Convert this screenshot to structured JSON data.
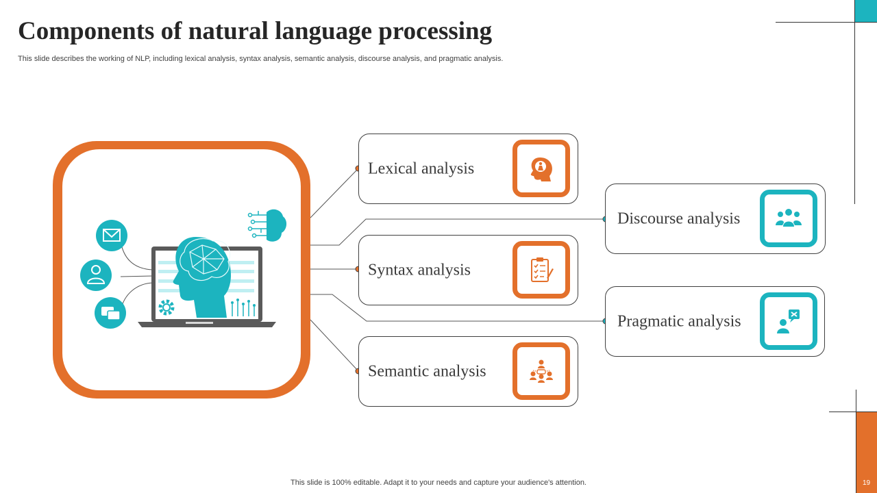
{
  "slide": {
    "title": "Components of natural language processing",
    "subtitle": "This slide describes the working of NLP, including lexical analysis, syntax analysis, semantic analysis, discourse analysis, and pragmatic analysis.",
    "footer": "This slide is 100% editable. Adapt it to your needs and capture your audience's attention.",
    "page_number": "19"
  },
  "components": {
    "lexical": {
      "label": "Lexical analysis",
      "icon": "head-person-icon"
    },
    "syntax": {
      "label": "Syntax analysis",
      "icon": "checklist-icon"
    },
    "semantic": {
      "label": "Semantic analysis",
      "icon": "team-discussion-icon"
    },
    "discourse": {
      "label": "Discourse analysis",
      "icon": "group-icon"
    },
    "pragmatic": {
      "label": "Pragmatic analysis",
      "icon": "user-chat-icon"
    }
  },
  "colors": {
    "accent_orange": "#e3702b",
    "accent_teal": "#1cb4bf",
    "text": "#3a3a3a"
  }
}
